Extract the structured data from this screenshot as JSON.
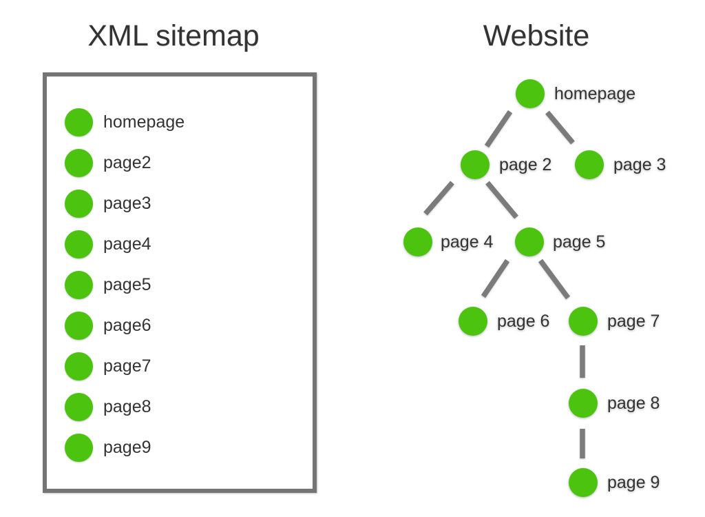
{
  "sitemap_panel": {
    "title": "XML sitemap",
    "items": [
      "homepage",
      "page2",
      "page3",
      "page4",
      "page5",
      "page6",
      "page7",
      "page8",
      "page9"
    ]
  },
  "website_panel": {
    "title": "Website",
    "nodes": [
      {
        "label": "homepage"
      },
      {
        "label": "page 2"
      },
      {
        "label": "page 3"
      },
      {
        "label": "page 4"
      },
      {
        "label": "page 5"
      },
      {
        "label": "page 6"
      },
      {
        "label": "page 7"
      },
      {
        "label": "page 8"
      },
      {
        "label": "page 9"
      }
    ],
    "hierarchy": [
      {
        "parent": "homepage",
        "child": "page 2"
      },
      {
        "parent": "homepage",
        "child": "page 3"
      },
      {
        "parent": "page 2",
        "child": "page 4"
      },
      {
        "parent": "page 2",
        "child": "page 5"
      },
      {
        "parent": "page 5",
        "child": "page 6"
      },
      {
        "parent": "page 5",
        "child": "page 7"
      },
      {
        "parent": "page 7",
        "child": "page 8"
      },
      {
        "parent": "page 8",
        "child": "page 9"
      }
    ]
  },
  "colors": {
    "node_green": "#4cc30f",
    "connector_gray": "#7b7b7b",
    "box_border_gray": "#757575",
    "text_dark": "#333333"
  }
}
